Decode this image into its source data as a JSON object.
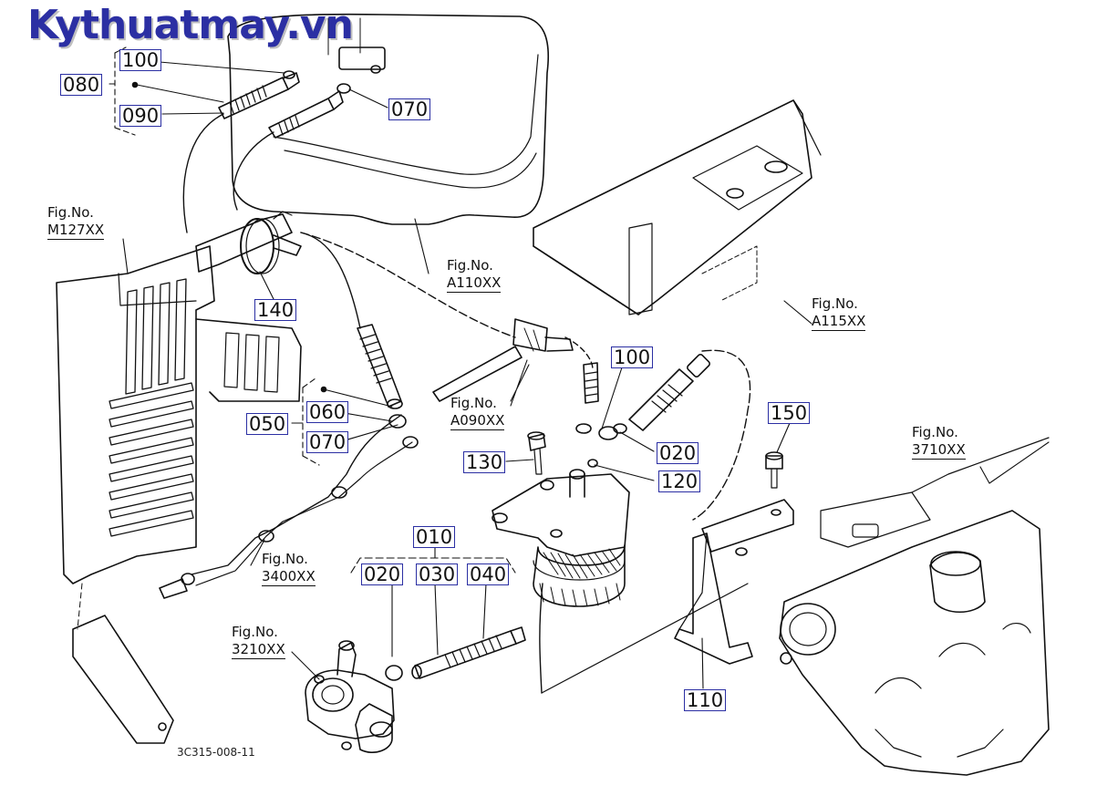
{
  "watermark": "Kythuatmay.vn",
  "drawing_code": "3C315-008-11",
  "part_numbers": {
    "p100a": "100",
    "p080": "080",
    "p090": "090",
    "p070a": "070",
    "p140": "140",
    "p060": "060",
    "p050": "050",
    "p070b": "070",
    "p100b": "100",
    "p020a": "020",
    "p130": "130",
    "p120": "120",
    "p150": "150",
    "p010": "010",
    "p020b": "020",
    "p030": "030",
    "p040": "040",
    "p110": "110"
  },
  "fig_refs": {
    "m127": {
      "label": "Fig.No.",
      "code": "M127XX"
    },
    "a110": {
      "label": "Fig.No.",
      "code": "A110XX"
    },
    "a115": {
      "label": "Fig.No.",
      "code": "A115XX"
    },
    "a090": {
      "label": "Fig.No.",
      "code": "A090XX"
    },
    "f3710": {
      "label": "Fig.No.",
      "code": "3710XX"
    },
    "f3400": {
      "label": "Fig.No.",
      "code": "3400XX"
    },
    "f3210": {
      "label": "Fig.No.",
      "code": "3210XX"
    }
  },
  "colors": {
    "ink": "#111111",
    "label_border": "#2b2fa3",
    "watermark": "#2b2fa3",
    "background": "#ffffff"
  }
}
